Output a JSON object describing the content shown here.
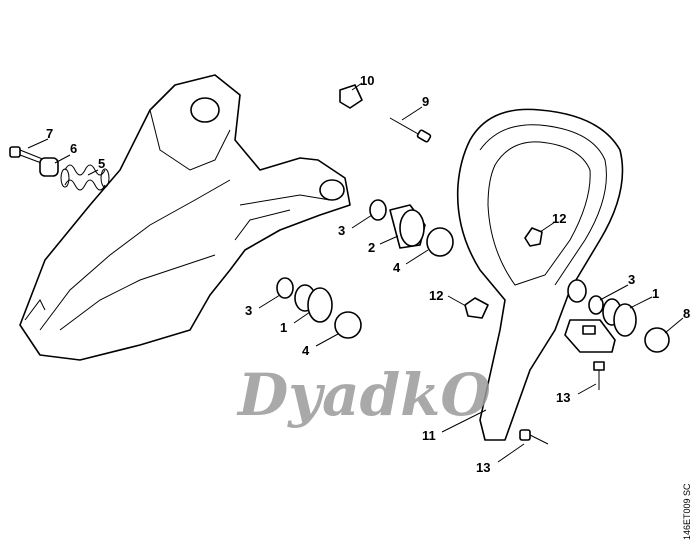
{
  "diagram": {
    "labels": {
      "l7": "7",
      "l6": "6",
      "l5": "5",
      "l10": "10",
      "l9": "9",
      "l3a": "3",
      "l2": "2",
      "l4a": "4",
      "l12a": "12",
      "l3b": "3",
      "l1a": "1",
      "l4b": "4",
      "l12b": "12",
      "l3c": "3",
      "l1b": "1",
      "l8": "8",
      "l13a": "13",
      "l11": "11",
      "l13b": "13"
    },
    "watermark": "DyadkO",
    "drawing_code": "146ET009 SC"
  }
}
